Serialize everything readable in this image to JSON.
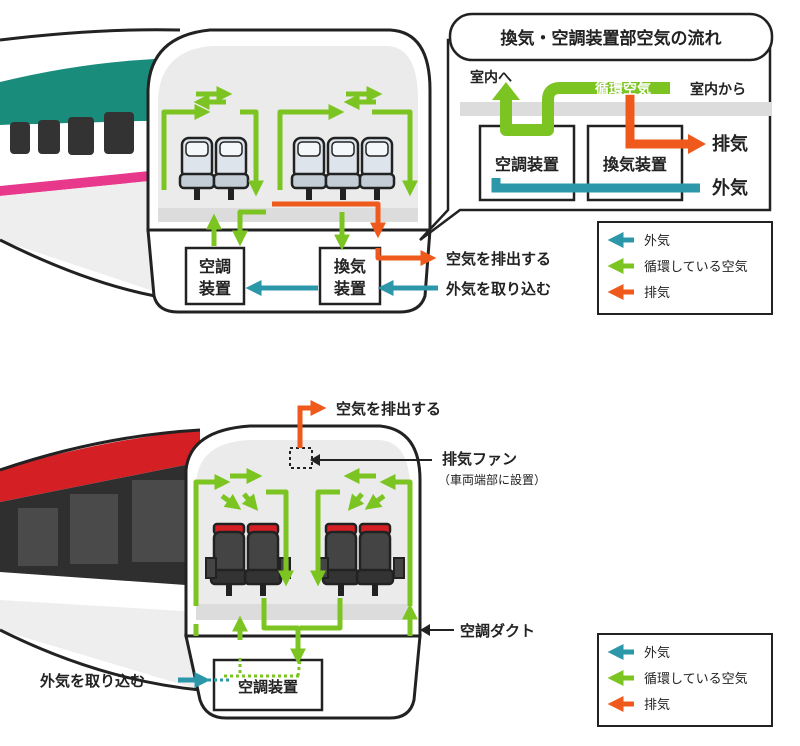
{
  "colors": {
    "outside_air": "#2b97a8",
    "circulating_air": "#7cc422",
    "exhaust": "#ef5a1c",
    "outline": "#222222",
    "car_green": "#1a8c7c",
    "car_pink": "#e8388c",
    "car_red": "#d42024",
    "car_dark": "#3c3c3c"
  },
  "top": {
    "callout": {
      "title": "換気・空調装置部空気の流れ",
      "indoor_to": "室内へ",
      "circulating": "循環空気",
      "indoor_from": "室内から",
      "ac_unit": "空調装置",
      "ventilator": "換気装置",
      "exhaust": "排気",
      "outside_air": "外気"
    },
    "ac_box": "空調装置",
    "vent_box": "換気装置",
    "exhaust_label": "空気を排出する",
    "intake_label": "外気を取り込む",
    "legend": {
      "outside_air": "外気",
      "circulating": "循環している空気",
      "exhaust": "排気"
    }
  },
  "bottom": {
    "exhaust_label": "空気を排出する",
    "fan_label": "排気ファン",
    "fan_note": "（車両端部に設置）",
    "duct_label": "空調ダクト",
    "intake_label": "外気を取り込む",
    "ac_box": "空調装置",
    "legend": {
      "outside_air": "外気",
      "circulating": "循環している空気",
      "exhaust": "排気"
    }
  }
}
